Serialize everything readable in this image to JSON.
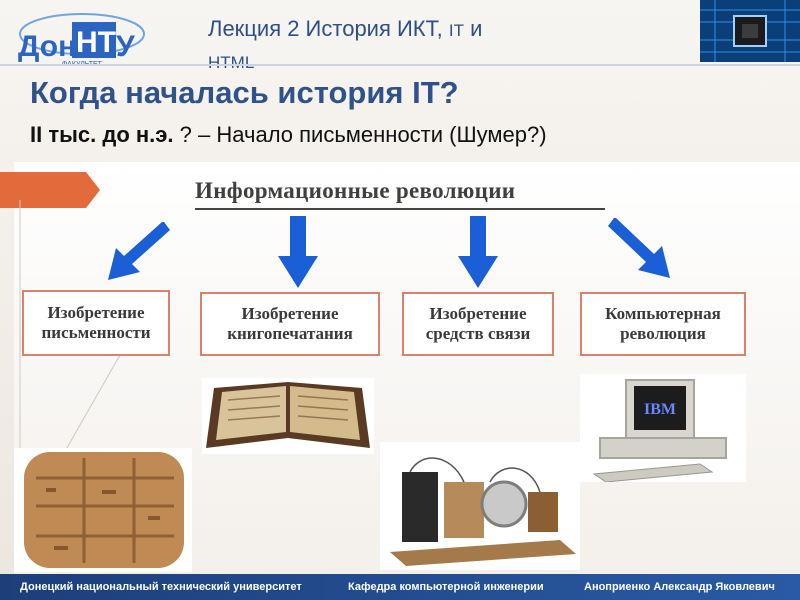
{
  "header": {
    "title_line1": "Лекция 2 История ИКТ, ",
    "title_it": "IT",
    "title_and": " и",
    "title_line2": "HTML",
    "logo_text": "ДонНТУ",
    "logo_sub": "ФАКУЛЬТЕТ"
  },
  "question": {
    "title": "Когда началась история IT?",
    "sub_bold": "II тыс. до н.э.",
    "sub_rest": " ? – Начало письменности (Шумер?)"
  },
  "panel": {
    "title": "Информационные революции",
    "boxes": [
      {
        "label": "Изобретение письменности"
      },
      {
        "label": "Изобретение книгопечатания"
      },
      {
        "label": "Изобретение средств связи"
      },
      {
        "label": "Компьютерная революция"
      }
    ],
    "ibm_text": "IBM"
  },
  "footer": {
    "left": "Донецкий национальный технический университет",
    "center": "Кафедра компьютерной инженерии",
    "right": "Аноприенко Александр Яковлевич"
  },
  "colors": {
    "accent_blue": "#30528a",
    "box_border": "#d9826a",
    "arrow_blue": "#1a5fd6",
    "footer_bg": "#1c3f7a",
    "tab_orange": "#e36a3a"
  }
}
